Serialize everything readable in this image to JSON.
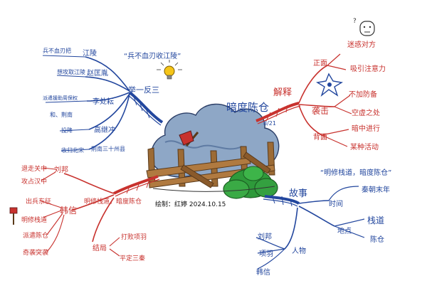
{
  "center": {
    "title": "暗度陈仓",
    "meta": "8/21",
    "credit": "绘制：红婷  2024.10.15"
  },
  "colors": {
    "blue": "#23479e",
    "red": "#c8322e",
    "cloud": "#8ea7c6",
    "fence": "#8a5a2b",
    "bush": "#2e9a3a"
  },
  "branches": {
    "ex": {
      "label": "举一反三",
      "items": [
        {
          "text": "江陵",
          "sub": "兵不血刃把",
          "quote": "“兵不血刃收江陵”"
        },
        {
          "text": "赵匡胤",
          "sub": "想攻取江陵"
        },
        {
          "text": "李处耘",
          "sub": "派遣援助周保权"
        },
        {
          "text": "高继冲",
          "sub": "投降"
        },
        {
          "text": "荆南三十州县",
          "sub": "收归北宋"
        }
      ]
    },
    "ex_extra": "和、荆南",
    "meaning": {
      "label": "解释",
      "front": {
        "label": "正面",
        "items": [
          "迷惑对方",
          "吸引注意力"
        ]
      },
      "back": {
        "label": "背面",
        "items": [
          "暗中进行",
          "某种活动"
        ]
      },
      "shadow": {
        "label": "袭击",
        "items": [
          "不加防备",
          "空虚之处"
        ]
      }
    },
    "story": {
      "label": "故事",
      "quote": "“明修栈道，暗度陈仓”",
      "time": {
        "label": "时间",
        "value": "秦朝末年"
      },
      "place": {
        "label": "地点",
        "items": [
          "栈道",
          "陈仓"
        ]
      },
      "people": {
        "label": "人物",
        "items": [
          "刘邦",
          "项羽",
          "韩信"
        ]
      }
    },
    "history": {
      "label": "明修栈道，暗度陈仓",
      "hanxin": {
        "label": "韩信",
        "items": [
          "出兵东征",
          "明修栈道",
          "派遣陈仓",
          "奇袭突袭"
        ]
      },
      "liubang": {
        "label": "刘邦",
        "items": [
          "退走关中",
          "攻占汉中"
        ]
      },
      "result": {
        "label": "结局",
        "items": [
          "打败项羽",
          "平定三秦"
        ]
      }
    }
  }
}
